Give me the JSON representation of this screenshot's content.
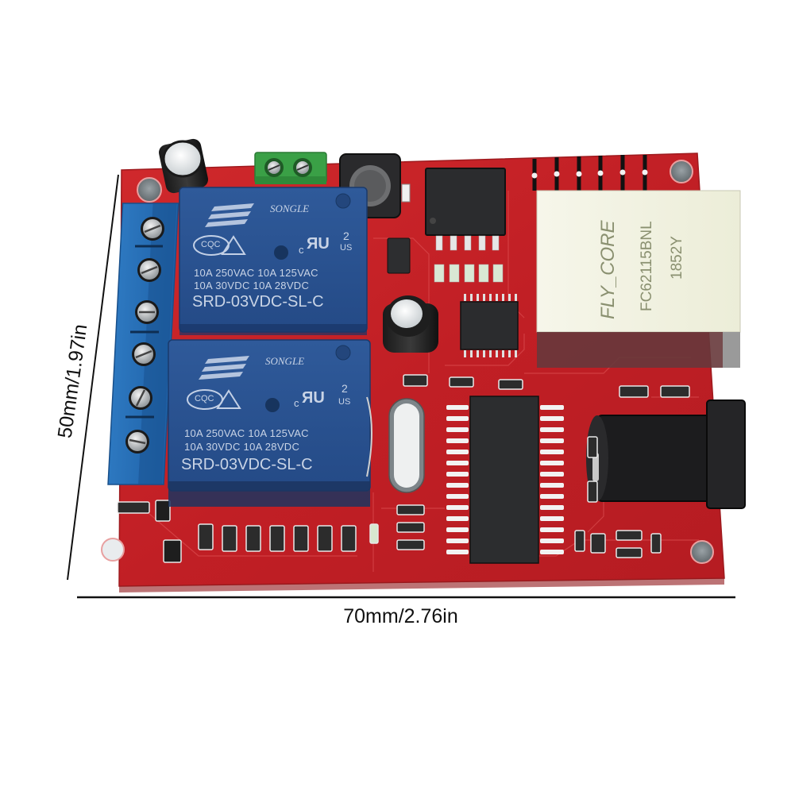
{
  "image": {
    "subject": "2-channel relay module PCB with Ethernet jack",
    "background_color": "#ffffff",
    "board_color": "#c8252a"
  },
  "dimensions": {
    "width_label": "70mm/2.76in",
    "height_label": "50mm/1.97in"
  },
  "relays": [
    {
      "brand": "SONGLE",
      "cert_left": "CQC",
      "cert_right_top": "2",
      "cert_right_c": "c",
      "cert_right_us": "US",
      "rating_line1": "10A 250VAC  10A 125VAC",
      "rating_line2": "10A 30VDC  10A 28VDC",
      "model": "SRD-03VDC-SL-C"
    },
    {
      "brand": "SONGLE",
      "cert_left": "CQC",
      "cert_right_top": "2",
      "cert_right_c": "c",
      "cert_right_us": "US",
      "rating_line1": "10A 250VAC  10A 125VAC",
      "rating_line2": "10A 30VDC  10A 28VDC",
      "model": "SRD-03VDC-SL-C"
    }
  ],
  "ethernet_jack": {
    "brand": "FLY_CORE",
    "part_number": "FC62115BNL",
    "date_code": "1852Y"
  },
  "components": {
    "screw_terminal_blue_positions": 6,
    "screw_terminal_green_positions": 2,
    "header_pins": 6,
    "mounting_holes": 4
  }
}
